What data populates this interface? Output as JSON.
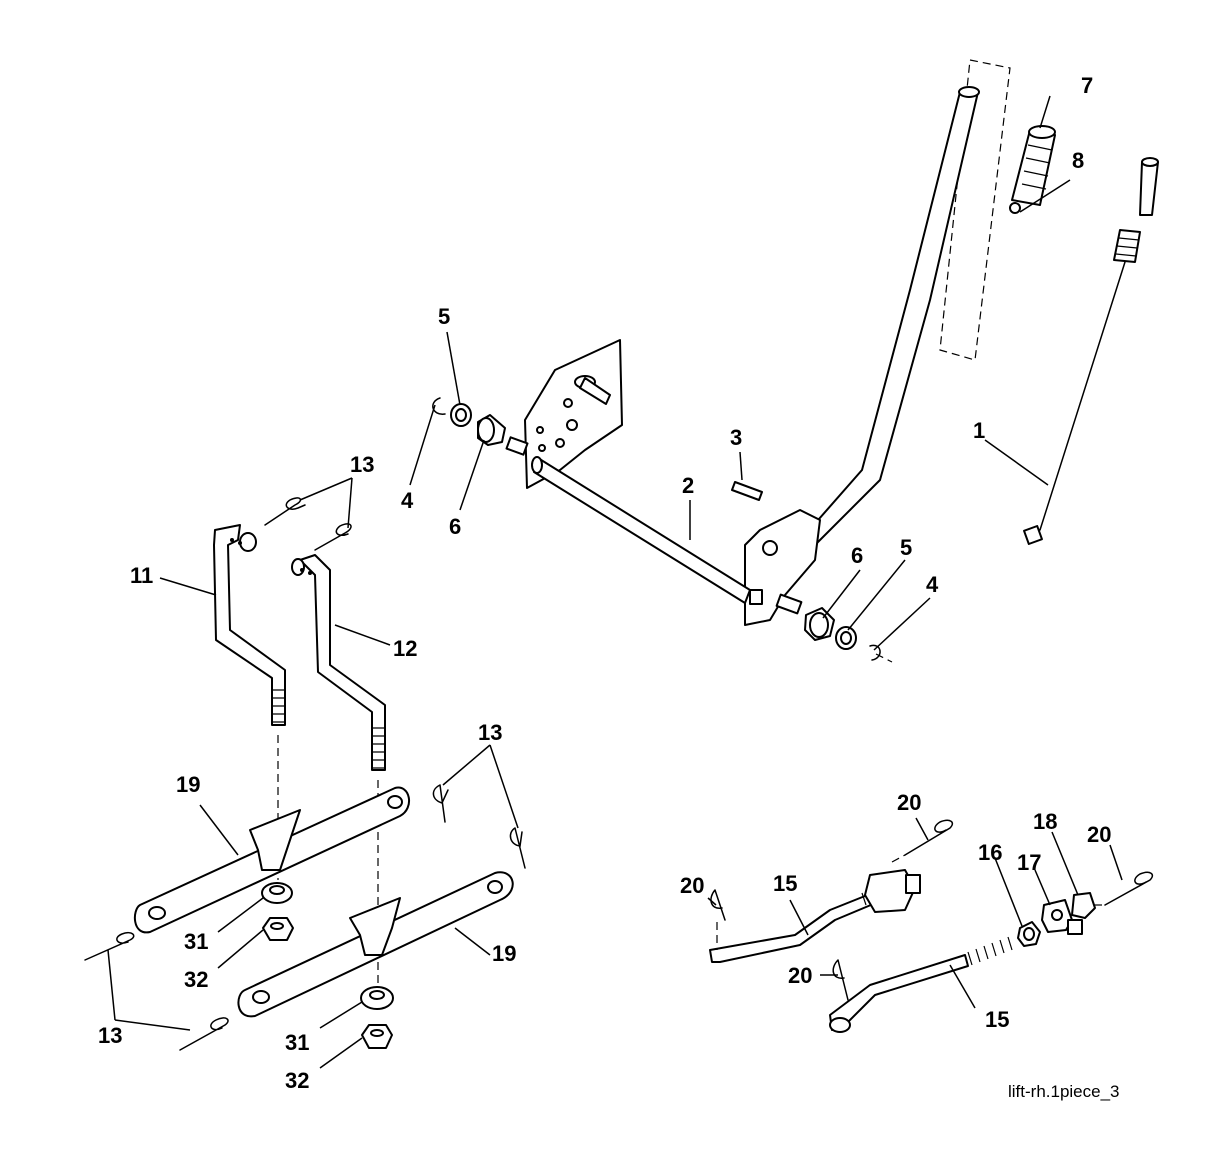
{
  "callouts": {
    "c1": "1",
    "c2": "2",
    "c3": "3",
    "c4a": "4",
    "c4b": "4",
    "c5a": "5",
    "c5b": "5",
    "c6a": "6",
    "c6b": "6",
    "c7": "7",
    "c8": "8",
    "c11": "11",
    "c12": "12",
    "c13a": "13",
    "c13b": "13",
    "c13c": "13",
    "c15a": "15",
    "c15b": "15",
    "c16": "16",
    "c17": "17",
    "c18": "18",
    "c19a": "19",
    "c19b": "19",
    "c20a": "20",
    "c20b": "20",
    "c20c": "20",
    "c20d": "20",
    "c31a": "31",
    "c31b": "31",
    "c32a": "32",
    "c32b": "32"
  },
  "caption": "lift-rh.1piece_3"
}
